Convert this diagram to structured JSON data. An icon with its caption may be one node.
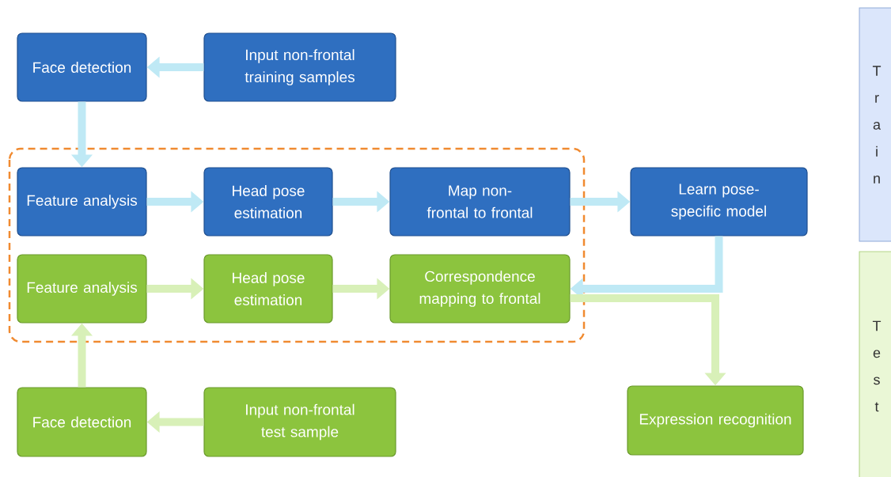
{
  "diagram": {
    "nodes": [
      {
        "text": [
          "Face detection"
        ]
      },
      {
        "text": [
          "Input non-frontal training samples"
        ]
      },
      {
        "text": [
          "Feature analysis"
        ]
      },
      {
        "text": [
          "Head pose estimation"
        ]
      },
      {
        "text": [
          "Map non-frontal to frontal"
        ]
      },
      {
        "text": [
          "Learn pose-specific model"
        ]
      },
      {
        "text": [
          "Feature analysis"
        ]
      },
      {
        "text": [
          "Head pose estimation"
        ]
      },
      {
        "text": [
          "Correspondence mapping to frontal"
        ]
      },
      {
        "text": [
          "Face detection"
        ]
      },
      {
        "text": [
          "Input non-frontal test sample"
        ]
      },
      {
        "text": [
          "Expression recognition"
        ]
      },
      {
        "text": [
          "Train"
        ]
      },
      {
        "text": [
          "Test"
        ]
      }
    ],
    "edges": [
      {
        "from": 1,
        "to": 0,
        "arrow": "to"
      },
      {
        "from": 0,
        "to": 2,
        "arrow": "to"
      },
      {
        "from": 2,
        "to": 3,
        "arrow": "to"
      },
      {
        "from": 3,
        "to": 4,
        "arrow": "to"
      },
      {
        "from": 4,
        "to": 5,
        "arrow": "to"
      },
      {
        "from": 5,
        "to": 8,
        "arrow": "to"
      },
      {
        "from": 6,
        "to": 7,
        "arrow": "to",
        "color": "#d8f0b8"
      },
      {
        "from": 7,
        "to": 8,
        "arrow": "to",
        "color": "#d8f0b8"
      },
      {
        "from": 8,
        "to": 11,
        "arrow": "to",
        "color": "#d8f0b8"
      },
      {
        "from": 10,
        "to": 9,
        "arrow": "to",
        "color": "#d8f0b8"
      },
      {
        "from": 9,
        "to": 6,
        "arrow": "to",
        "color": "#d8f0b8"
      }
    ]
  }
}
